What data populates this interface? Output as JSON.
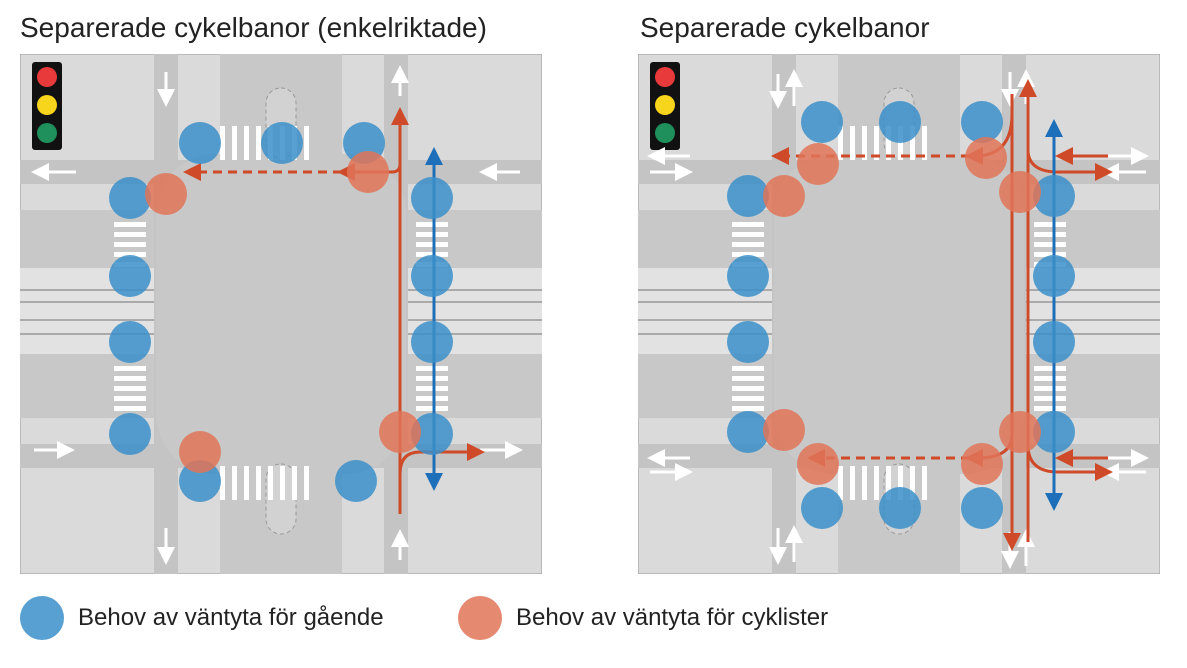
{
  "titles": {
    "left": "Separerade cykelbanor (enkelriktade)",
    "right": "Separerade cykelbanor"
  },
  "legend": [
    {
      "label": "Behov av väntyta för gående",
      "color": "#3a8fc9"
    },
    {
      "label": "Behov av väntyta för cyklister",
      "color": "#e07458"
    }
  ],
  "colors": {
    "pedestrian": "#3a8fc9",
    "cyclist": "#e07458",
    "cycle_route": "#cf4a29",
    "pedestrian_route": "#1c6fb8",
    "road": "#c8c8c8",
    "sidewalk": "#dadada",
    "signal_red": "#e83a3a",
    "signal_yellow": "#f7d51d",
    "signal_green": "#1f8f5c"
  },
  "icons": [
    "traffic-light-icon",
    "arrow-icon"
  ]
}
